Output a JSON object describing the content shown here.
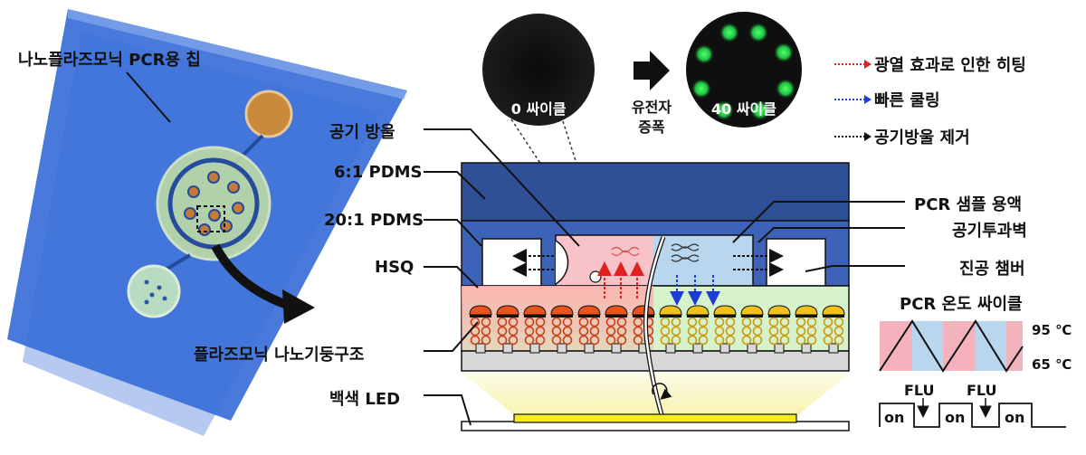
{
  "labels": {
    "chip": "나노플라즈모닉 PCR용 칩",
    "bubble": "공기 방울",
    "pdms61": "6:1 PDMS",
    "pdms201": "20:1 PDMS",
    "hsq": "HSQ",
    "pillars": "플라즈모닉 나노기둥구조",
    "led": "백색 LED",
    "sample": "PCR 샘플 용액",
    "wall": "공기투과벽",
    "vacuum": "진공 챔버",
    "cycle_title": "PCR 온도 싸이클",
    "temp_high": "95 ℃",
    "temp_low": "65 ℃",
    "amp_line1": "유전자",
    "amp_line2": "증폭",
    "cycle0": "0 싸이클",
    "cycle40": "40 싸이클",
    "flu": "FLU",
    "on": "on"
  },
  "legend": [
    {
      "text": "광열 효과로 인한 히팅",
      "color": "#e02020"
    },
    {
      "text": "빠른 쿨링",
      "color": "#1e3cd8"
    },
    {
      "text": "공기방울 제거",
      "color": "#111111"
    }
  ],
  "colors": {
    "chip_blue": "#3a6fd8",
    "pdms_dark": "#2f4f96",
    "pdms_mid": "#3c63b8",
    "hsq_green": "#d6f2cc",
    "heat_red": "#e02020",
    "cool_blue": "#1e3cd8",
    "led_yellow": "#f4ea1c",
    "cycle_pink": "#f4b3bc",
    "cycle_lightblue": "#b8d6ee"
  }
}
